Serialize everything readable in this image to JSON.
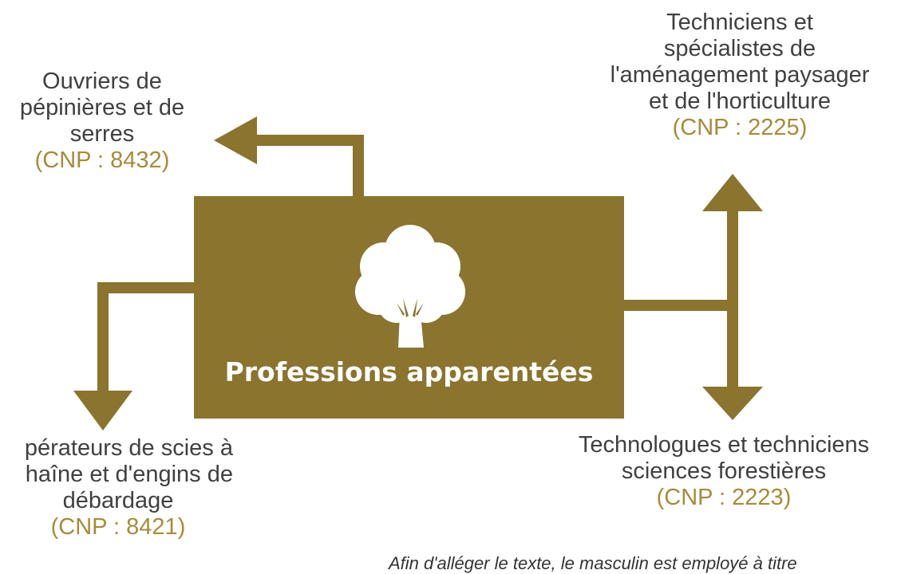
{
  "center": {
    "title": "Professions  apparentées",
    "icon": "tree-icon"
  },
  "related": [
    {
      "lines": [
        "Ouvriers de",
        "pépinières et de",
        "serres"
      ],
      "code": "(CNP : 8432)"
    },
    {
      "lines": [
        "Techniciens et",
        "spécialistes de",
        "l'aménagement paysager",
        "et de l'horticulture"
      ],
      "code": "(CNP : 2225)"
    },
    {
      "lines": [
        "pérateurs de scies à",
        "haîne et d'engins de",
        "débardage"
      ],
      "code": "(CNP : 8421)"
    },
    {
      "lines": [
        "Technologues et techniciens",
        "sciences forestières"
      ],
      "code": "(CNP : 2223)"
    }
  ],
  "footnote": "Afin d'alléger le texte, le masculin est employé à titre",
  "colors": {
    "brand": "#8a742e",
    "code_text": "#a88a3a",
    "label_text": "#404040"
  }
}
